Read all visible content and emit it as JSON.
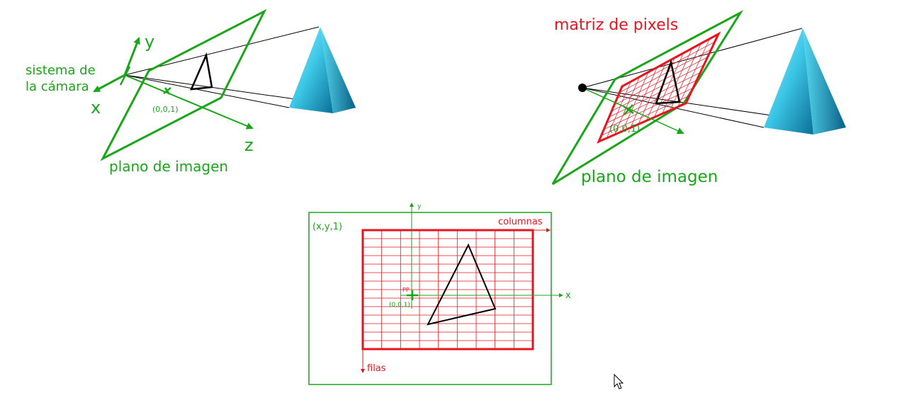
{
  "colors": {
    "green": "#1aa51a",
    "red": "#e8141e",
    "black": "#000000",
    "pyramid_light": "#5fe0f5",
    "pyramid_dark": "#0b6f96"
  },
  "top_left": {
    "axis_y": "y",
    "axis_x": "x",
    "axis_z": "z",
    "camera_label_line1": "sistema de",
    "camera_label_line2": "la cámara",
    "point_label": "(0,0,1)",
    "plane_label": "plano de imagen"
  },
  "top_right": {
    "matrix_label": "matriz de pixels",
    "point_label": "(0,0,1)",
    "plane_label": "plano de imagen"
  },
  "bottom": {
    "corner_label": "(x,y,1)",
    "columns_label": "columnas",
    "rows_label": "filas",
    "axis_x": "x",
    "axis_y": "y",
    "pp_label": "PP",
    "origin_label": "(0,0,1)"
  },
  "cursor_icon": "arrow-cursor-icon"
}
